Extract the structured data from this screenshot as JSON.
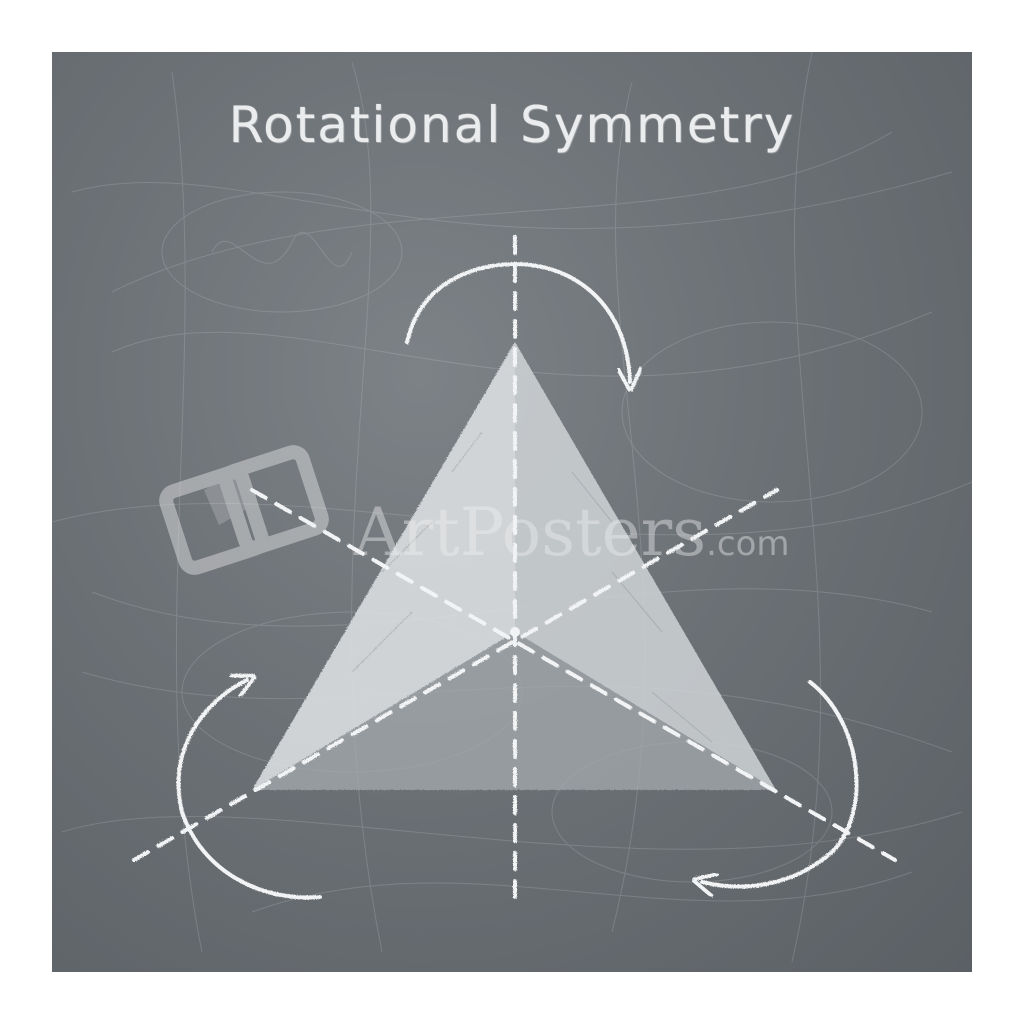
{
  "title": "Rotational Symmetry",
  "watermark": {
    "brand": "ArtPosters",
    "suffix": ".com"
  },
  "colors": {
    "board": "#6c7176",
    "chalk": "#f1f3f4",
    "frame": "#ffffff"
  }
}
